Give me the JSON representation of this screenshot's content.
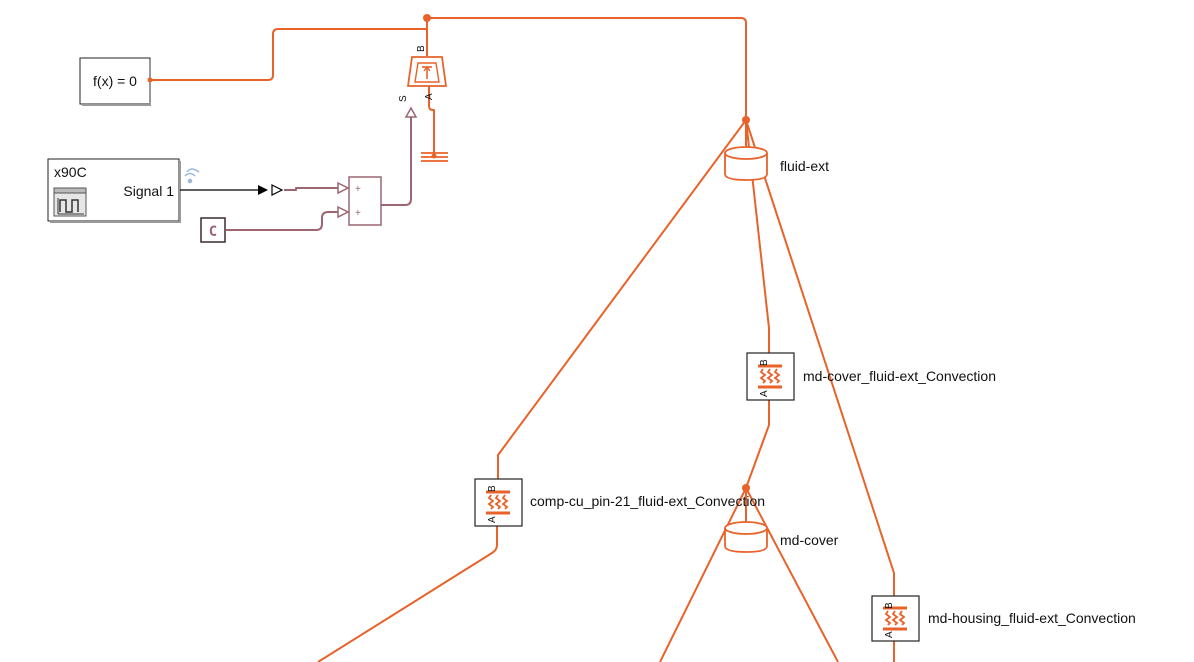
{
  "blocks": {
    "solver": {
      "label": "f(x) = 0"
    },
    "signal_builder": {
      "title": "x90C",
      "signal": "Signal 1"
    },
    "constant": {
      "label": "C"
    },
    "sum": {
      "signs": [
        "+",
        "+"
      ]
    },
    "temp_source": {
      "port_b": "B",
      "port_s": "S",
      "port_a": "A"
    },
    "fluid_ext": {
      "label": "fluid-ext"
    },
    "md_cover": {
      "label": "md-cover"
    },
    "conv_cover": {
      "label": "md-cover_fluid-ext_Convection",
      "port_b": "B",
      "port_a": "A"
    },
    "conv_pin": {
      "label": "comp-cu_pin-21_fluid-ext_Convection",
      "port_b": "B",
      "port_a": "A"
    },
    "conv_housing": {
      "label": "md-housing_fluid-ext_Convection",
      "port_b": "B",
      "port_a": "A"
    }
  },
  "colors": {
    "thermal_wire": "#e8622a",
    "signal_wire": "#9b6672",
    "black_signal": "#000000",
    "block_border": "#000000"
  }
}
